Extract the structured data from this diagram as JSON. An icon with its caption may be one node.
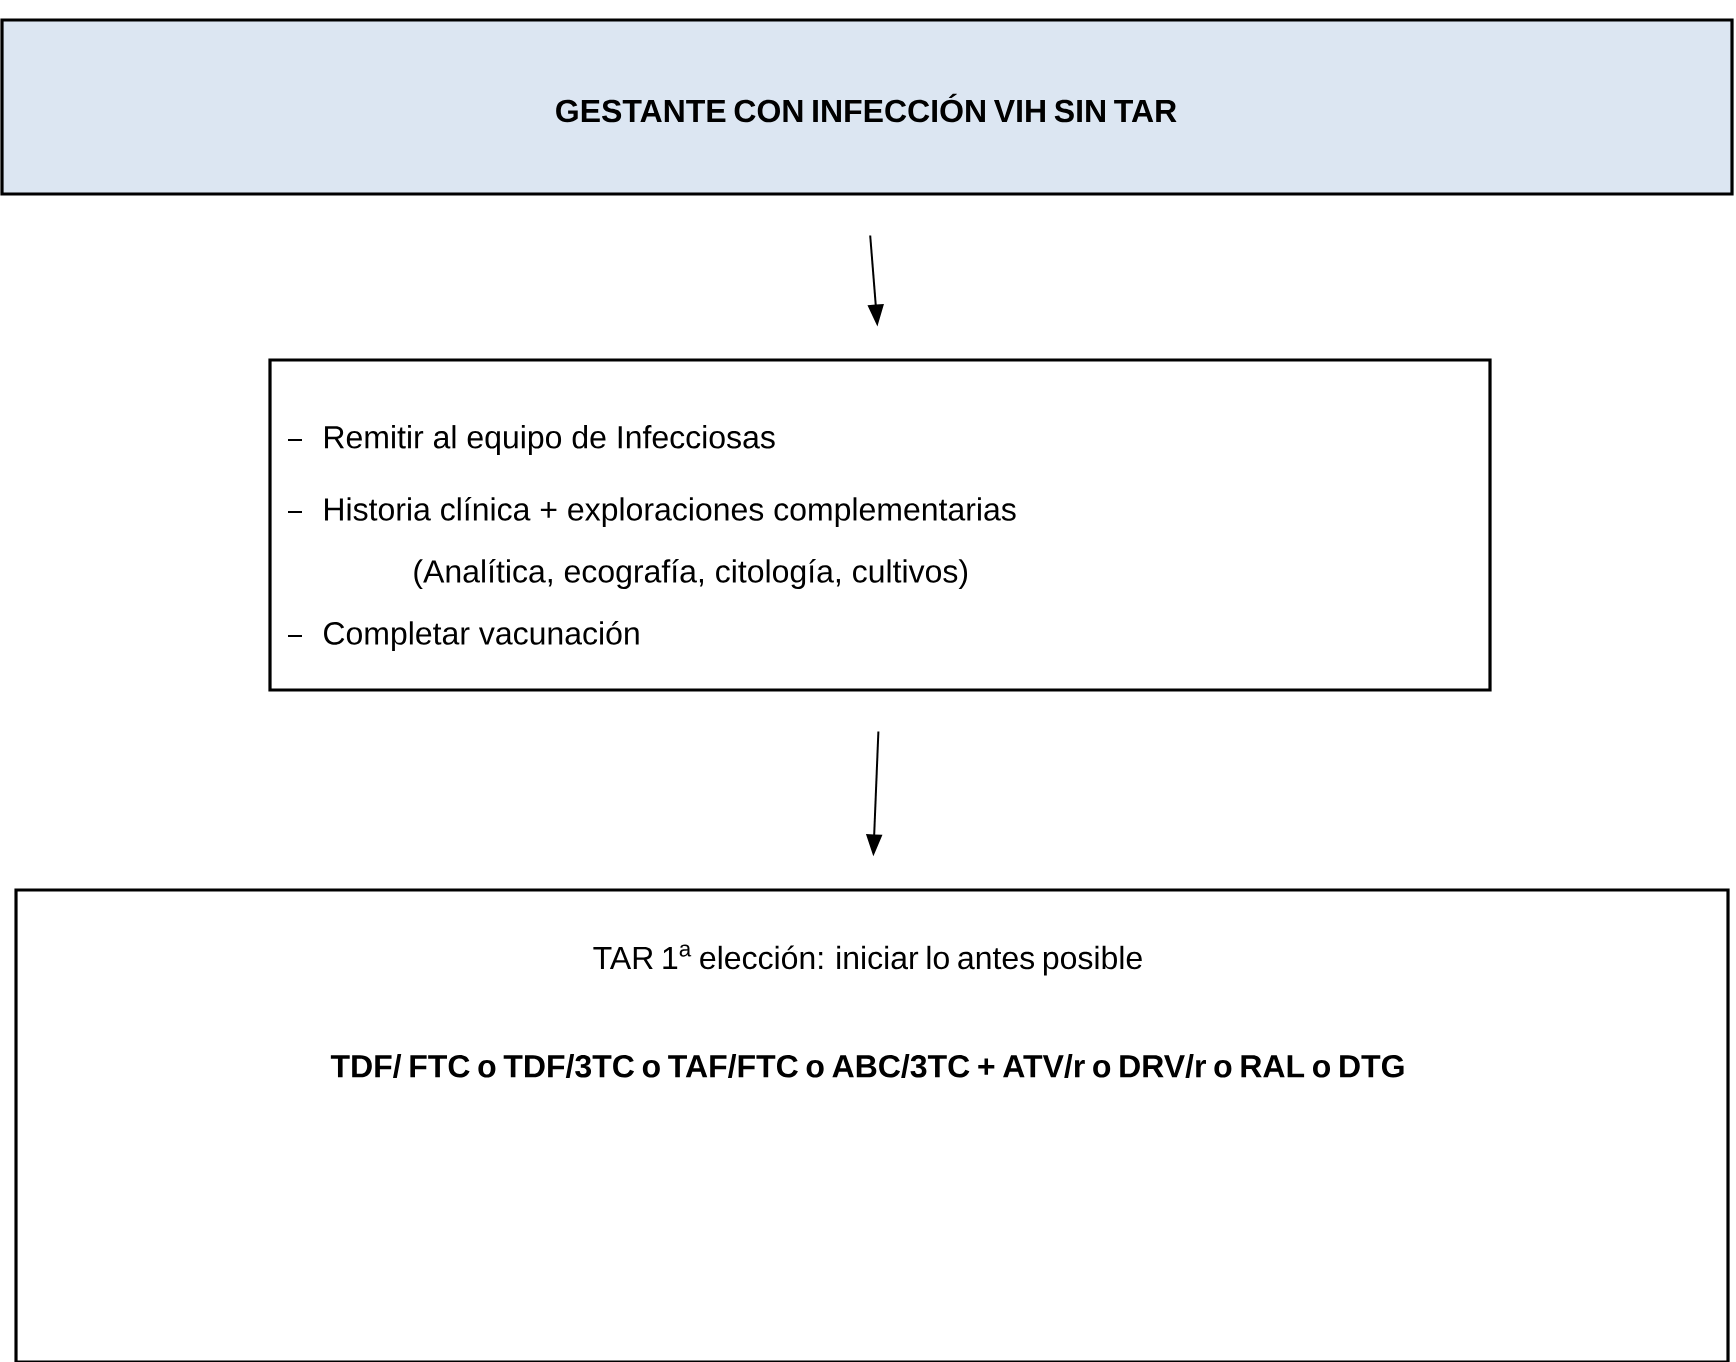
{
  "diagram": {
    "nodes": [
      {
        "text": [
          "GESTANTE CON INFECCIÓN VIH SIN TAR"
        ]
      },
      {
        "text": [
          "Remitir al equipo de Infecciosas",
          "Historia clínica + exploraciones complementarias",
          "(Analítica, ecografía, citología, cultivos)",
          "Completar vacunación"
        ]
      },
      {
        "text": [
          "TAR 1$^{a}$ elección: iniciar lo antes posible",
          "TDF/ FTC o TDF/3TC o TAF/FTC o ABC/3TC + ATV/r o DRV/r o RAL o DTG"
        ]
      }
    ],
    "edges": [
      {
        "from": 0,
        "to": 1,
        "arrow": "to"
      },
      {
        "from": 1,
        "to": 2,
        "arrow": "to"
      }
    ]
  }
}
